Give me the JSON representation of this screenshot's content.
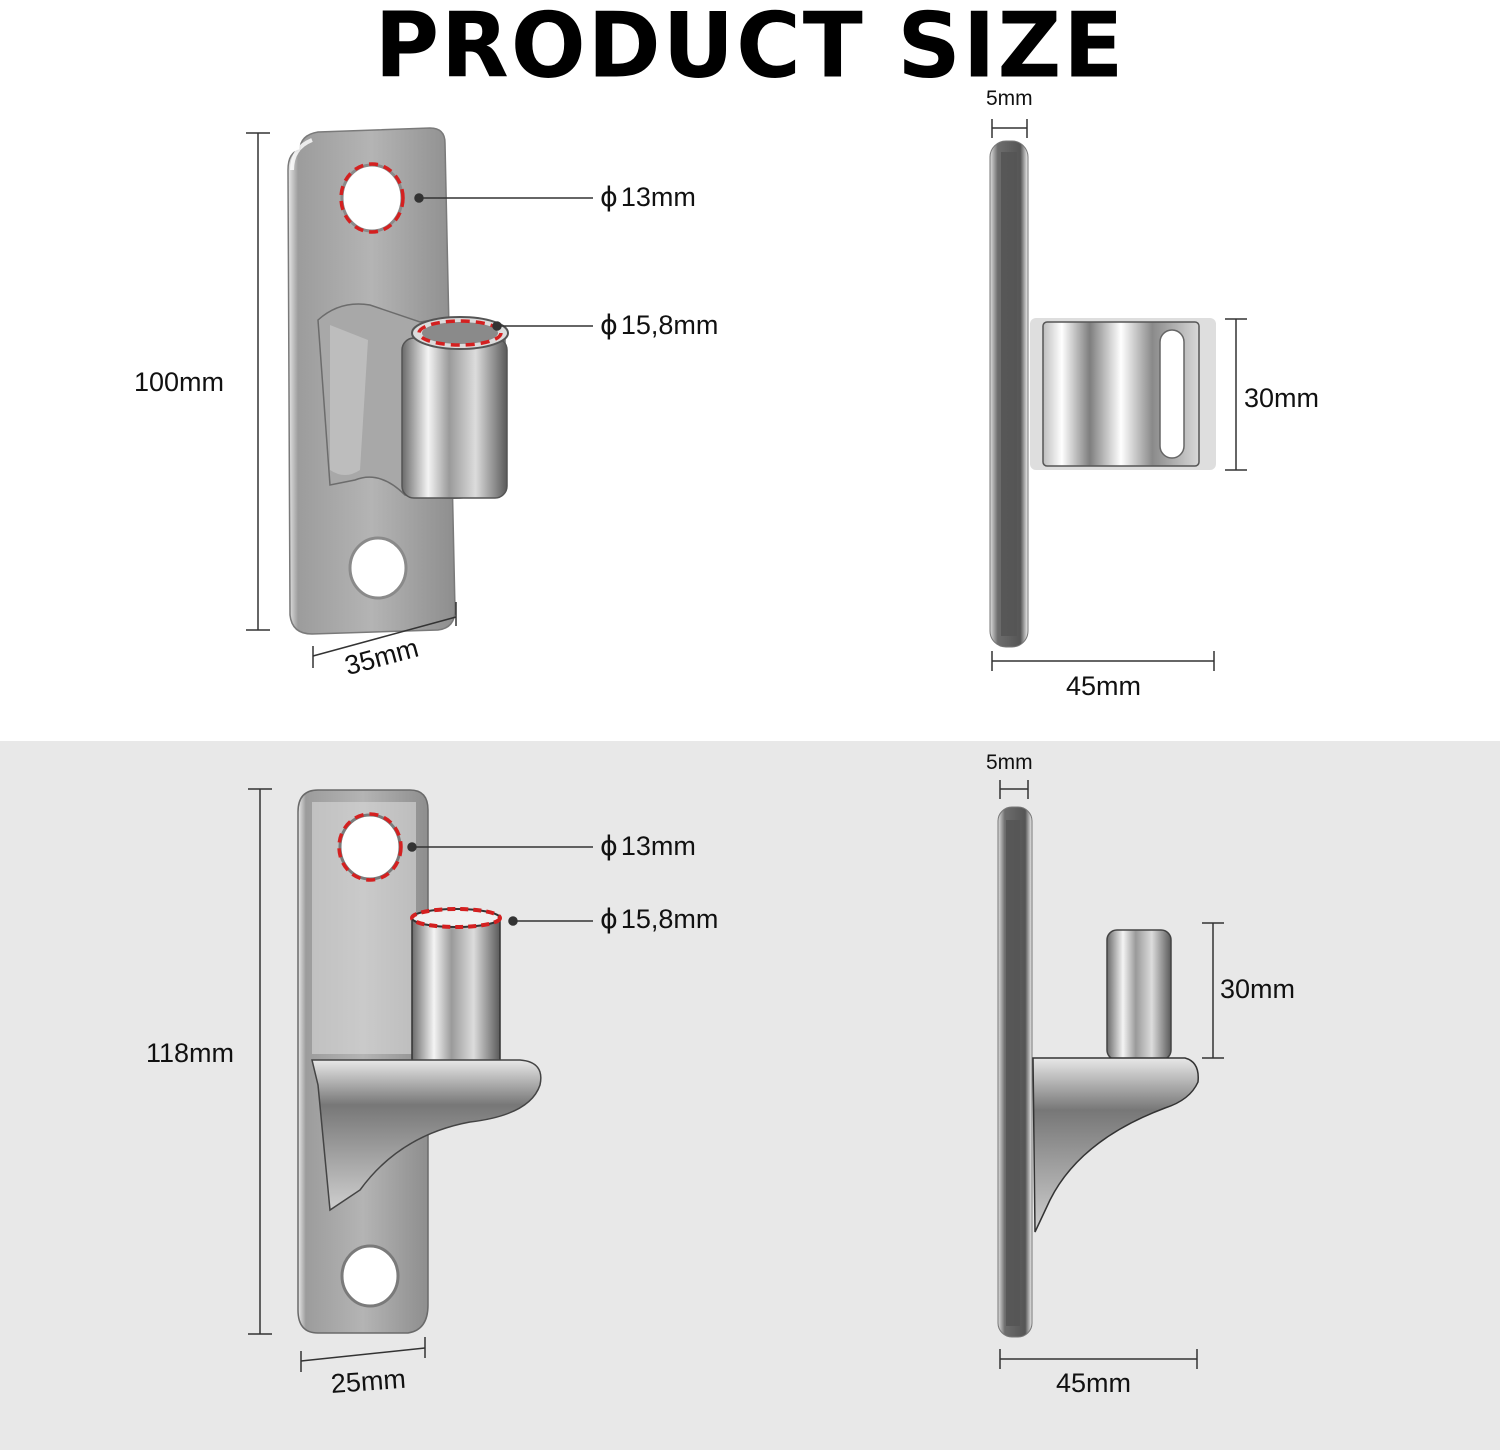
{
  "title": "PRODUCT SIZE",
  "colors": {
    "background_top": "#ffffff",
    "background_bottom": "#e8e8e8",
    "text": "#111111",
    "dimension_line": "#333333",
    "highlight_dash": "#d42020",
    "metal_light": "#e6e6e6",
    "metal_mid": "#a9a9a9",
    "metal_dark": "#5a5a5a"
  },
  "products": [
    {
      "id": "bracket-a",
      "front_view": {
        "height_label": "100mm",
        "width_label": "35mm",
        "callouts": [
          {
            "symbol": "ϕ",
            "value": "13mm",
            "target": "mounting-hole"
          },
          {
            "symbol": "ϕ",
            "value": "15,8mm",
            "target": "socket-bore"
          }
        ]
      },
      "side_view": {
        "thickness_label": "5mm",
        "depth_label": "45mm",
        "height_label": "30mm"
      }
    },
    {
      "id": "bracket-b",
      "front_view": {
        "height_label": "118mm",
        "width_label": "25mm",
        "callouts": [
          {
            "symbol": "ϕ",
            "value": "13mm",
            "target": "mounting-hole"
          },
          {
            "symbol": "ϕ",
            "value": "15,8mm",
            "target": "pin-diameter"
          }
        ]
      },
      "side_view": {
        "thickness_label": "5mm",
        "depth_label": "45mm",
        "height_label": "30mm"
      }
    }
  ]
}
